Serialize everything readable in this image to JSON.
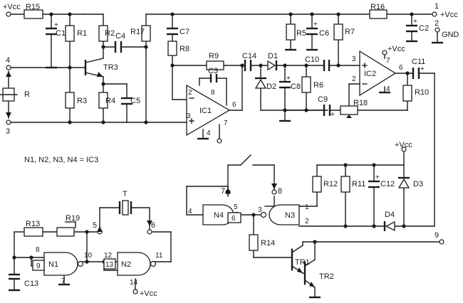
{
  "labels": {
    "vcc_left": "+Vcc",
    "vcc_right": "+Vcc",
    "vcc_ic2": "+Vcc",
    "vcc_right_rail": "+Vcc",
    "vcc_n2": "+Vcc",
    "gnd": "GND",
    "ic1": "IC1",
    "ic2": "IC2",
    "tr3": "TR3",
    "tr1": "TR1",
    "tr2": "TR2",
    "sensor": "R",
    "crystal": "T",
    "note": "N1, N2, N3, N4 = IC3"
  },
  "resistors": [
    "R15",
    "R1",
    "R2",
    "R3",
    "R4",
    "R17",
    "R8",
    "R9",
    "R5",
    "R7",
    "R16",
    "R6",
    "R18",
    "R10",
    "R12",
    "R11",
    "R13",
    "R19",
    "R14"
  ],
  "capacitors": [
    "C1",
    "C4",
    "C5",
    "C7",
    "C3",
    "C14",
    "C8",
    "C6",
    "C10",
    "C9",
    "C2",
    "C11",
    "C12",
    "C13"
  ],
  "diodes": [
    "D1",
    "D2",
    "D3",
    "D4"
  ],
  "gates": [
    "N1",
    "N2",
    "N3",
    "N4"
  ],
  "terminals": [
    "1",
    "2",
    "3",
    "4",
    "5",
    "6",
    "7",
    "8",
    "9"
  ],
  "pins": {
    "ic1_2": "2",
    "ic1_8": "8",
    "ic1_3": "3",
    "ic1_4": "4",
    "ic1_6": "6",
    "ic1_7": "7",
    "ic2_3": "3",
    "ic2_2": "2",
    "ic2_7": "7",
    "ic2_4": "4",
    "ic2_6": "6",
    "n3_1": "1",
    "n3_2": "2",
    "n3_3": "3",
    "n4_4": "4",
    "n4_5": "5",
    "n4_6": "6",
    "n1_8": "8",
    "n1_9": "9",
    "n1_7": "7",
    "n1_10": "10",
    "n2_12": "12",
    "n2_13": "13",
    "n2_14": "14",
    "n2_11": "11"
  }
}
